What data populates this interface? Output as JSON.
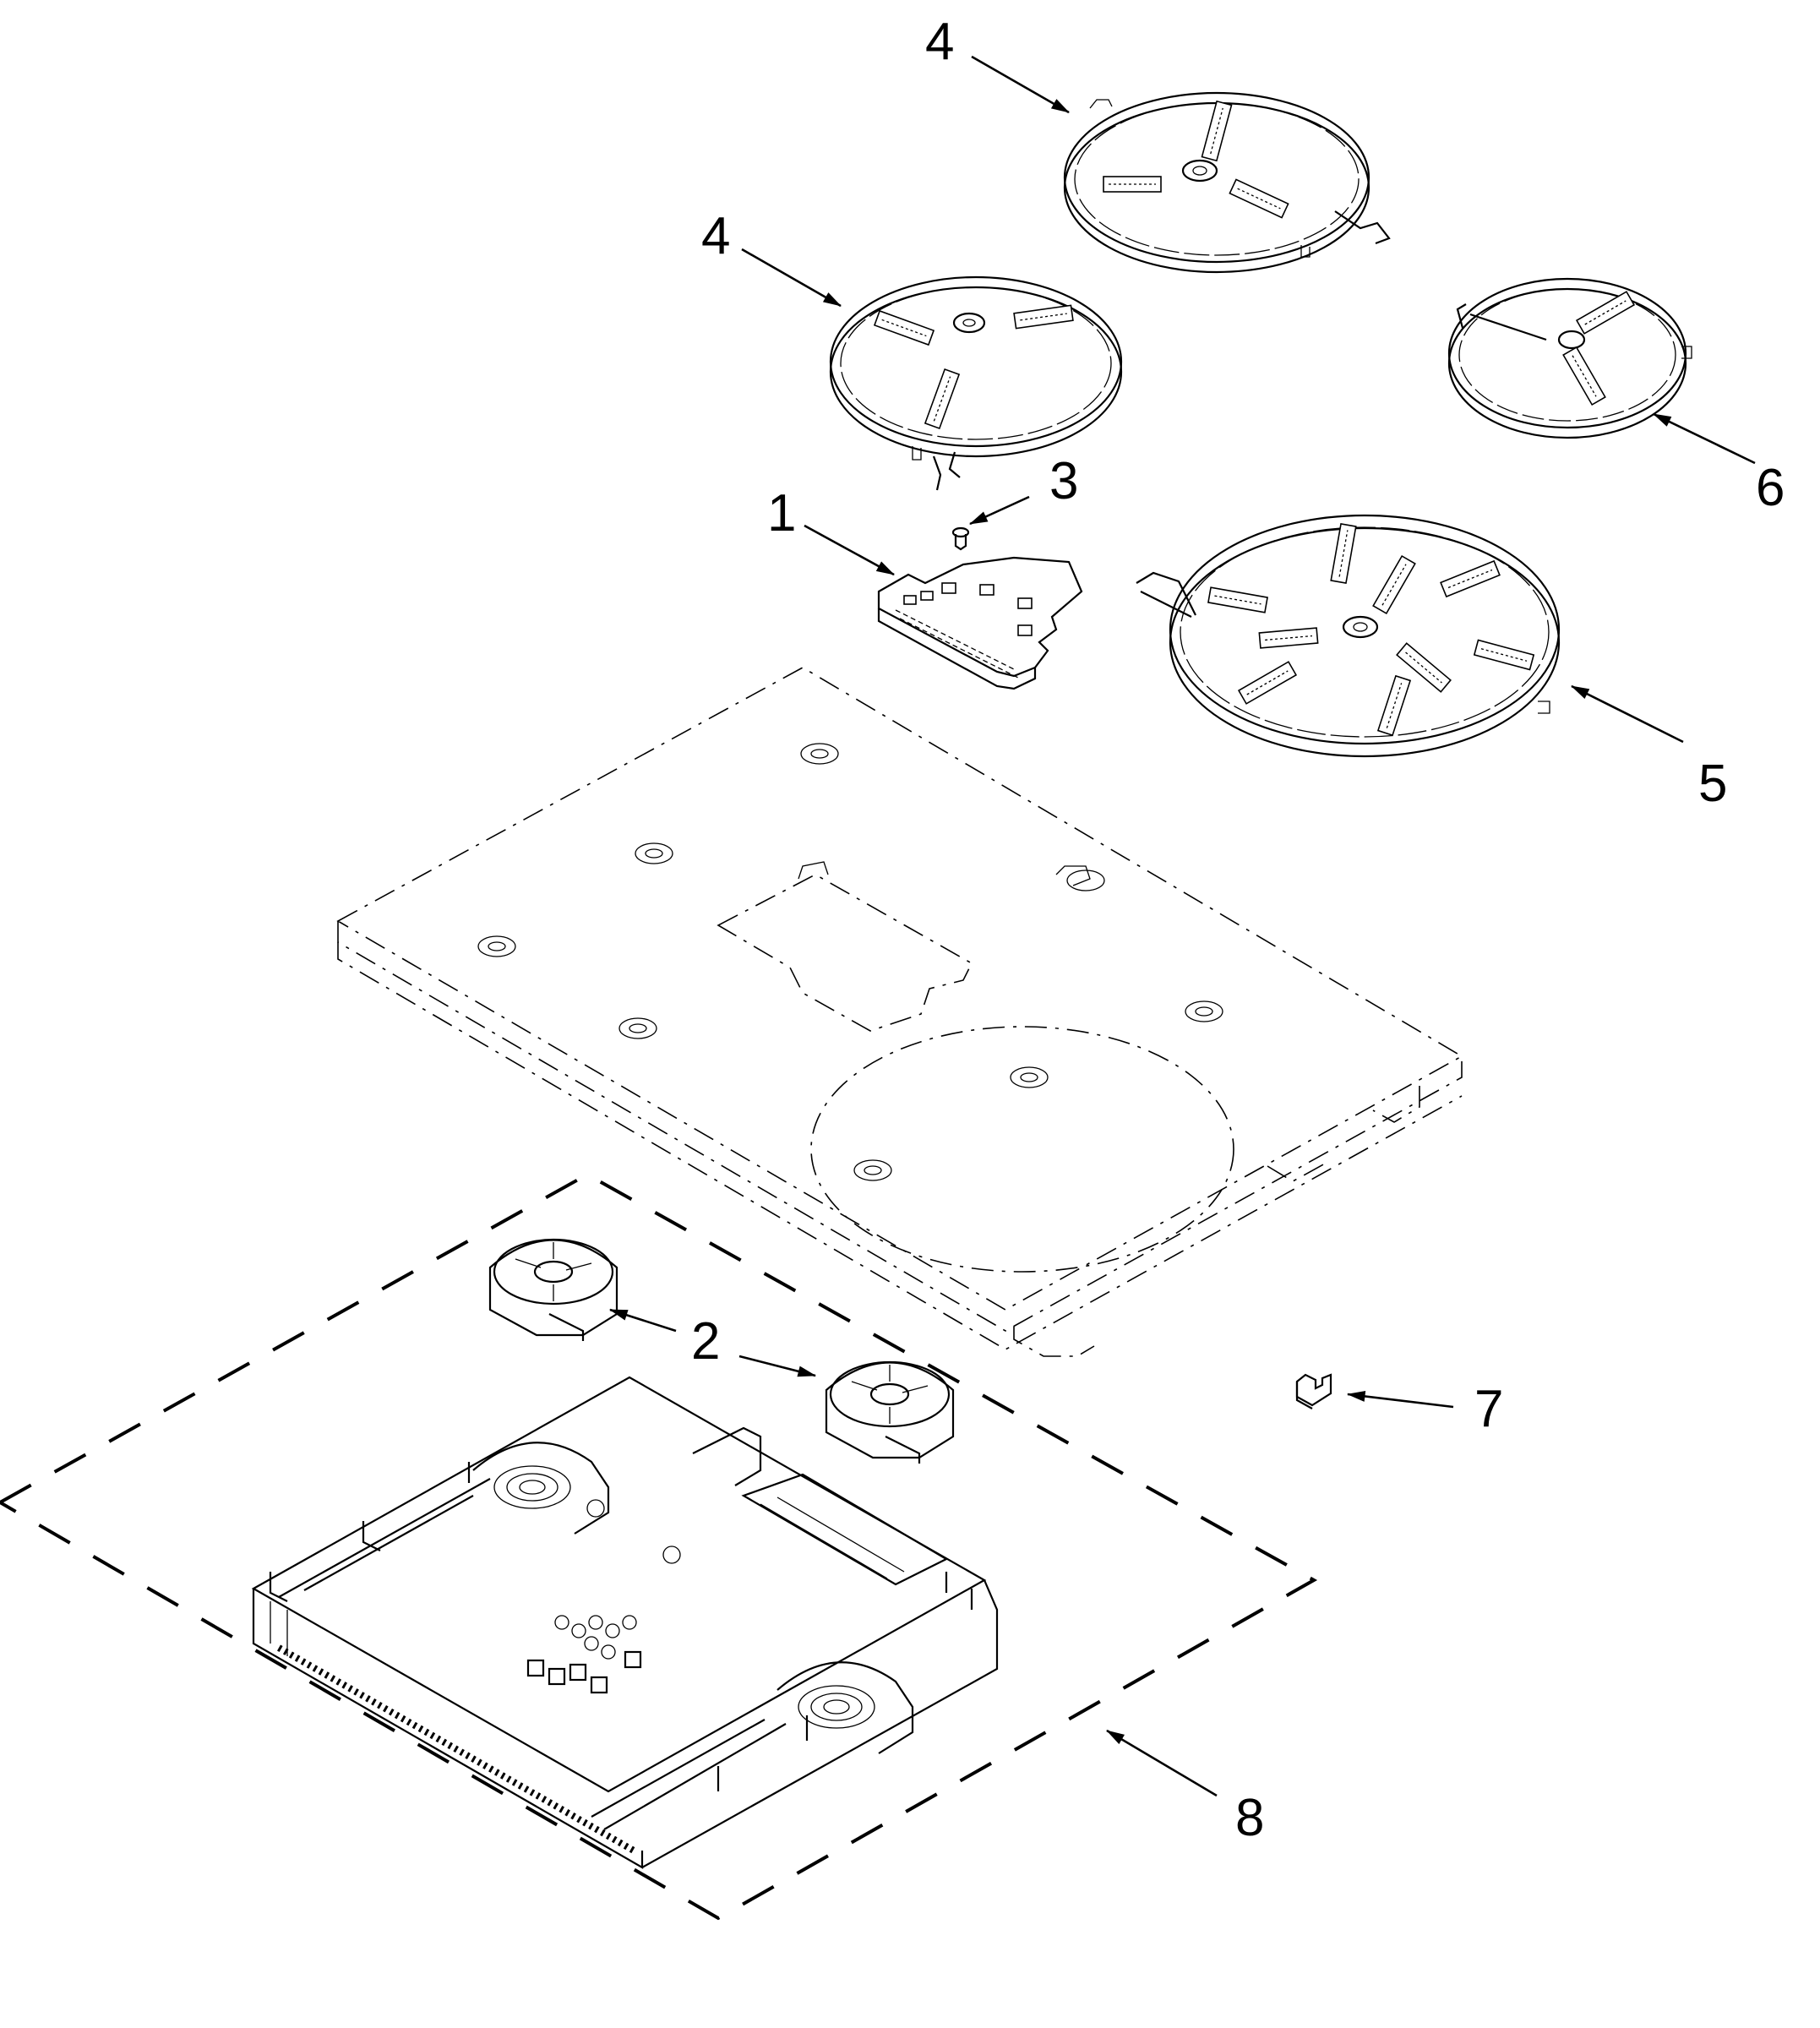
{
  "callouts": [
    {
      "id": "item-1",
      "label": "1"
    },
    {
      "id": "item-2",
      "label": "2"
    },
    {
      "id": "item-3",
      "label": "3"
    },
    {
      "id": "item-4a",
      "label": "4"
    },
    {
      "id": "item-4b",
      "label": "4"
    },
    {
      "id": "item-5",
      "label": "5"
    },
    {
      "id": "item-6",
      "label": "6"
    },
    {
      "id": "item-7",
      "label": "7"
    },
    {
      "id": "item-8",
      "label": "8"
    }
  ]
}
